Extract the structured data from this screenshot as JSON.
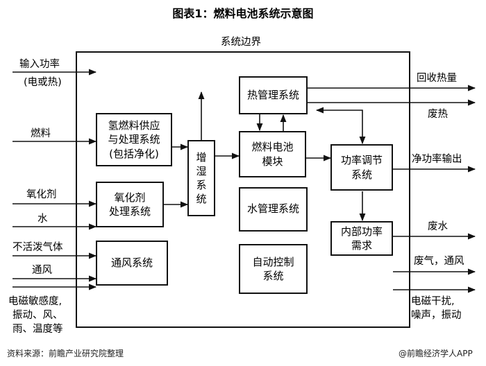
{
  "title": "图表1：燃料电池系统示意图",
  "boundary_label": "系统边界",
  "inputs": {
    "power_1": "输入功率",
    "power_2": "(电或热)",
    "fuel": "燃料",
    "oxidant": "氧化剂",
    "water": "水",
    "inert_gas": "不活泼气体",
    "ventilation": "通风",
    "env_1": "电磁敏感度,",
    "env_2": "振动、风、",
    "env_3": "雨、温度等"
  },
  "outputs": {
    "recovered_heat": "回收热量",
    "waste_heat": "废热",
    "net_power": "净功率输出",
    "waste_water": "废水",
    "exhaust": "废气，通风",
    "emi_1": "电磁干扰,",
    "emi_2": "噪声，振动"
  },
  "blocks": {
    "hydrogen_1": "氢燃料供应",
    "hydrogen_2": "与处理系统",
    "hydrogen_3": "(包括净化)",
    "oxidant_1": "氧化剂",
    "oxidant_2": "处理系统",
    "humidifier_1": "增",
    "humidifier_2": "湿",
    "humidifier_3": "系",
    "humidifier_4": "统",
    "thermal": "热管理系统",
    "stack_1": "燃料电池",
    "stack_2": "模块",
    "water_mgmt": "水管理系统",
    "auto_1": "自动控制",
    "auto_2": "系统",
    "ventilation_sys": "通风系统",
    "power_cond_1": "功率调节",
    "power_cond_2": "系统",
    "internal_1": "内部功率",
    "internal_2": "需求"
  },
  "footer": {
    "source": "资料来源：前瞻产业研究院整理",
    "brand": "@前瞻经济学人APP"
  }
}
